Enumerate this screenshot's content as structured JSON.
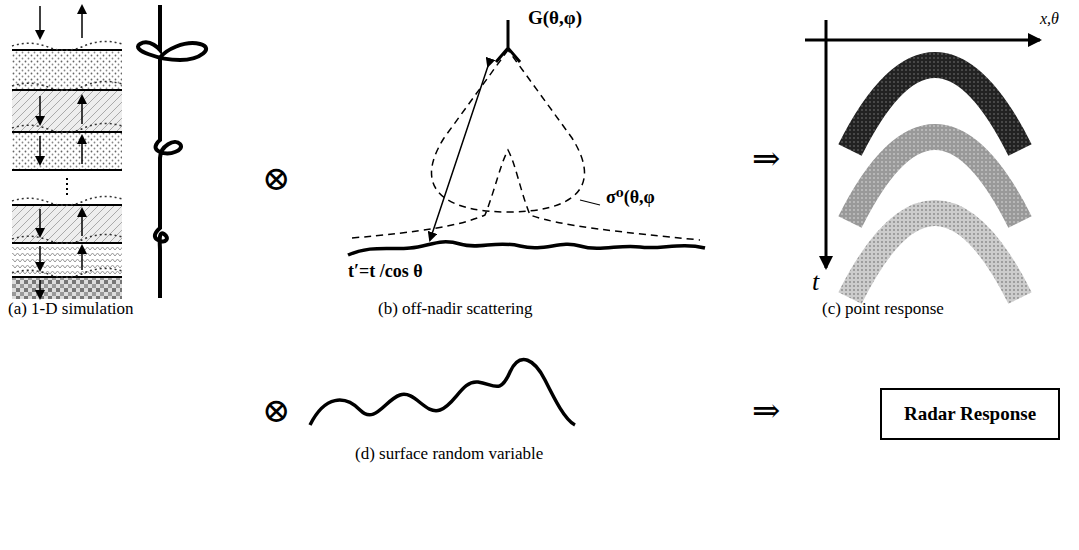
{
  "diagram": {
    "nodes": [
      {
        "text": [
          "Radar Response"
        ]
      }
    ],
    "labels": [
      "(a) 1-D simulation",
      "⊗",
      "G(θ,φ)",
      "σ⁰(θ,φ",
      "t′=t /cos θ",
      "(b) off-nadir scattering",
      "⇒",
      "x,θ",
      "t",
      "(c) point response",
      "⊗",
      "(d) surface random variable",
      "⇒"
    ]
  }
}
